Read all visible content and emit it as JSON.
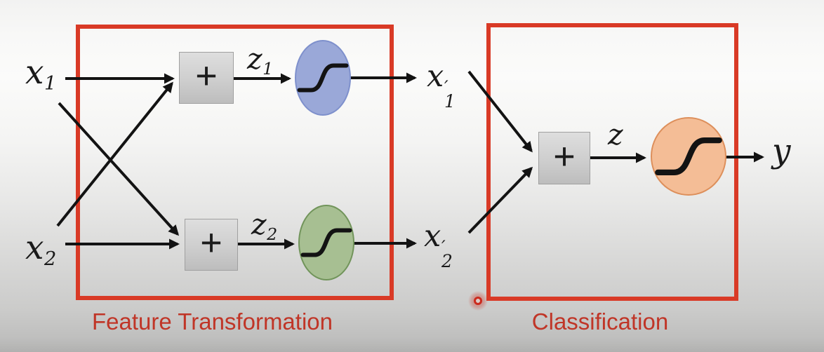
{
  "stage_left": {
    "label": "Feature Transformation",
    "rows": [
      {
        "input_base": "x",
        "input_sub": "1",
        "sum": "+",
        "pre_base": "z",
        "pre_sub": "1",
        "out_base": "x",
        "out_sub": "1",
        "out_prime": "′",
        "activation_icon": "sigmoid-curve-icon"
      },
      {
        "input_base": "x",
        "input_sub": "2",
        "sum": "+",
        "pre_base": "z",
        "pre_sub": "2",
        "out_base": "x",
        "out_sub": "2",
        "out_prime": "′",
        "activation_icon": "sigmoid-curve-icon"
      }
    ]
  },
  "stage_right": {
    "label": "Classification",
    "sum": "+",
    "pre_base": "z",
    "out_base": "y",
    "activation_icon": "sigmoid-curve-icon"
  },
  "colors": {
    "box_border": "#d93a26",
    "caption_text": "#c03527",
    "activation_blue_fill": "#9aa8d8",
    "activation_blue_edge": "#7e90cc",
    "activation_green_fill": "#a7bf92",
    "activation_green_edge": "#71945a",
    "activation_orange_fill": "#f4bd96",
    "activation_orange_edge": "#dd8f5b",
    "sum_box_edge": "#a0a0a0",
    "arrow": "#131313",
    "laser_dot": "#cb2a1d"
  }
}
